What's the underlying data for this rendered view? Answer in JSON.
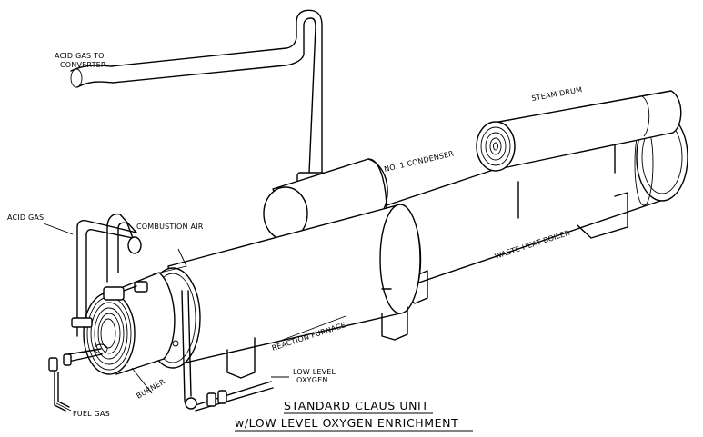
{
  "labels": {
    "acid_gas_to_converter_1": "ACID GAS TO",
    "acid_gas_to_converter_2": "CONVERTER",
    "steam_drum": "STEAM DRUM",
    "no1_condenser": "NO. 1 CONDENSER",
    "combustion_air": "COMBUSTION AIR",
    "acid_gas": "ACID GAS",
    "waste_heat_boiler": "WASTE HEAT BOILER",
    "reaction_furnace": "REACTION FURNACE",
    "low_level_oxygen_1": "LOW LEVEL",
    "low_level_oxygen_2": "OXYGEN",
    "burner": "BURNER",
    "fuel_gas": "FUEL GAS"
  },
  "title": {
    "line1": "STANDARD CLAUS UNIT",
    "line2": "w/LOW LEVEL OXYGEN ENRICHMENT"
  }
}
